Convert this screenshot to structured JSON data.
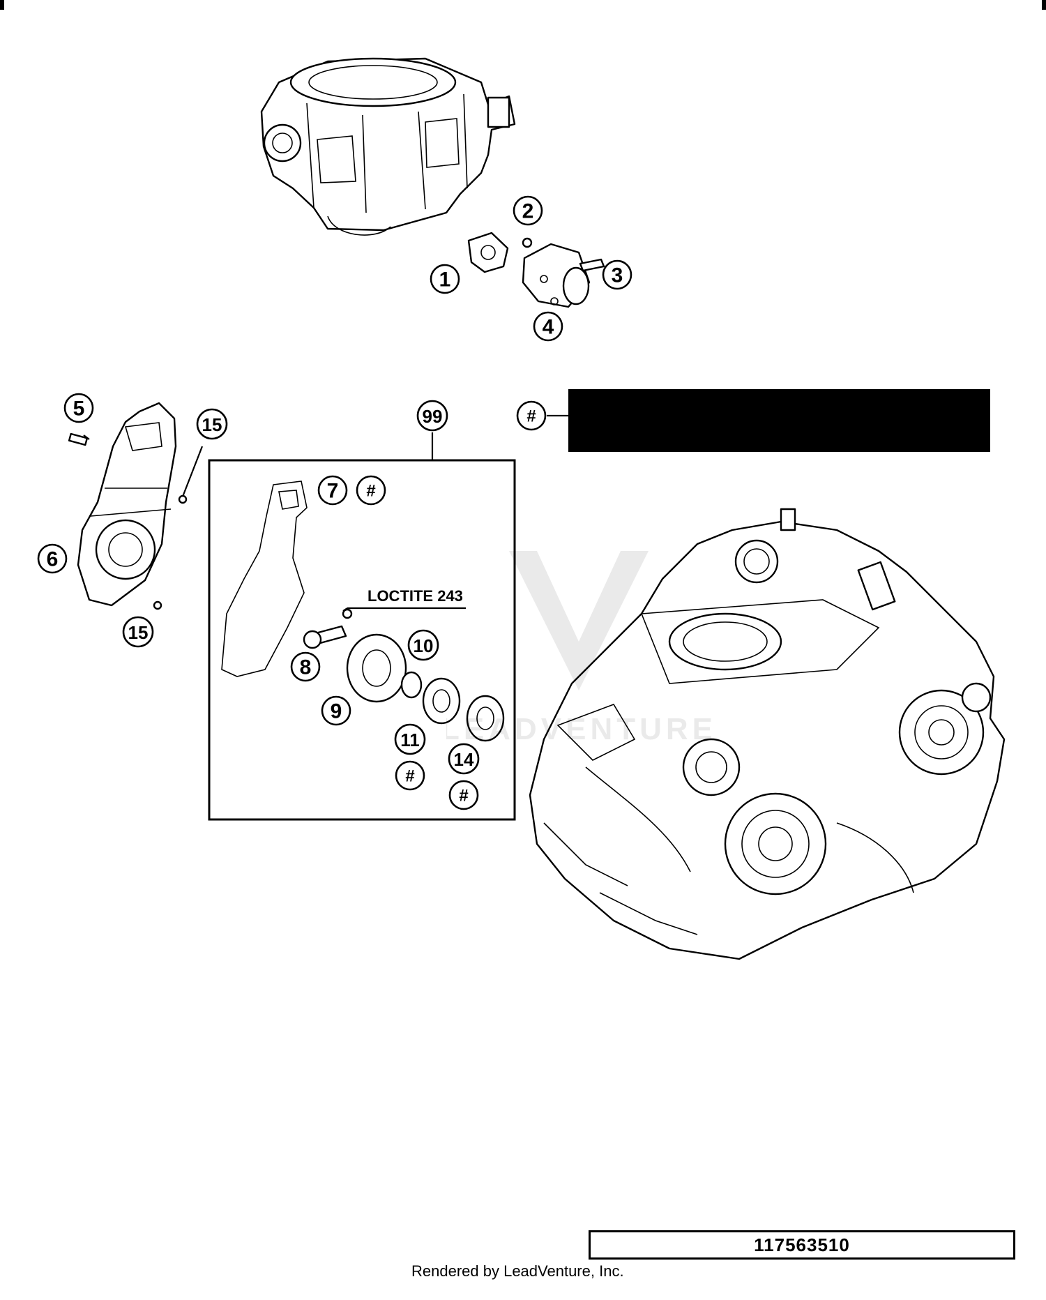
{
  "diagram": {
    "callouts": [
      {
        "id": "c1",
        "text": "1"
      },
      {
        "id": "c2",
        "text": "2"
      },
      {
        "id": "c3",
        "text": "3"
      },
      {
        "id": "c4",
        "text": "4"
      },
      {
        "id": "c5",
        "text": "5"
      },
      {
        "id": "c6",
        "text": "6"
      },
      {
        "id": "c7",
        "text": "7"
      },
      {
        "id": "c8",
        "text": "8"
      },
      {
        "id": "c9",
        "text": "9"
      },
      {
        "id": "c10",
        "text": "10"
      },
      {
        "id": "c11",
        "text": "11"
      },
      {
        "id": "c14",
        "text": "14"
      },
      {
        "id": "c15a",
        "text": "15"
      },
      {
        "id": "c15b",
        "text": "15"
      },
      {
        "id": "c99",
        "text": "99"
      },
      {
        "id": "hash-legend",
        "text": "#"
      },
      {
        "id": "hash-7",
        "text": "#"
      },
      {
        "id": "hash-11",
        "text": "#"
      },
      {
        "id": "hash-14",
        "text": "#"
      }
    ],
    "loctite_label": "LOCTITE 243",
    "watermark_text": "LEADVENTURE",
    "redacted_legend_color": "#000000"
  },
  "footer": {
    "document_number": "117563510",
    "rendered_by": "Rendered by LeadVenture, Inc."
  }
}
